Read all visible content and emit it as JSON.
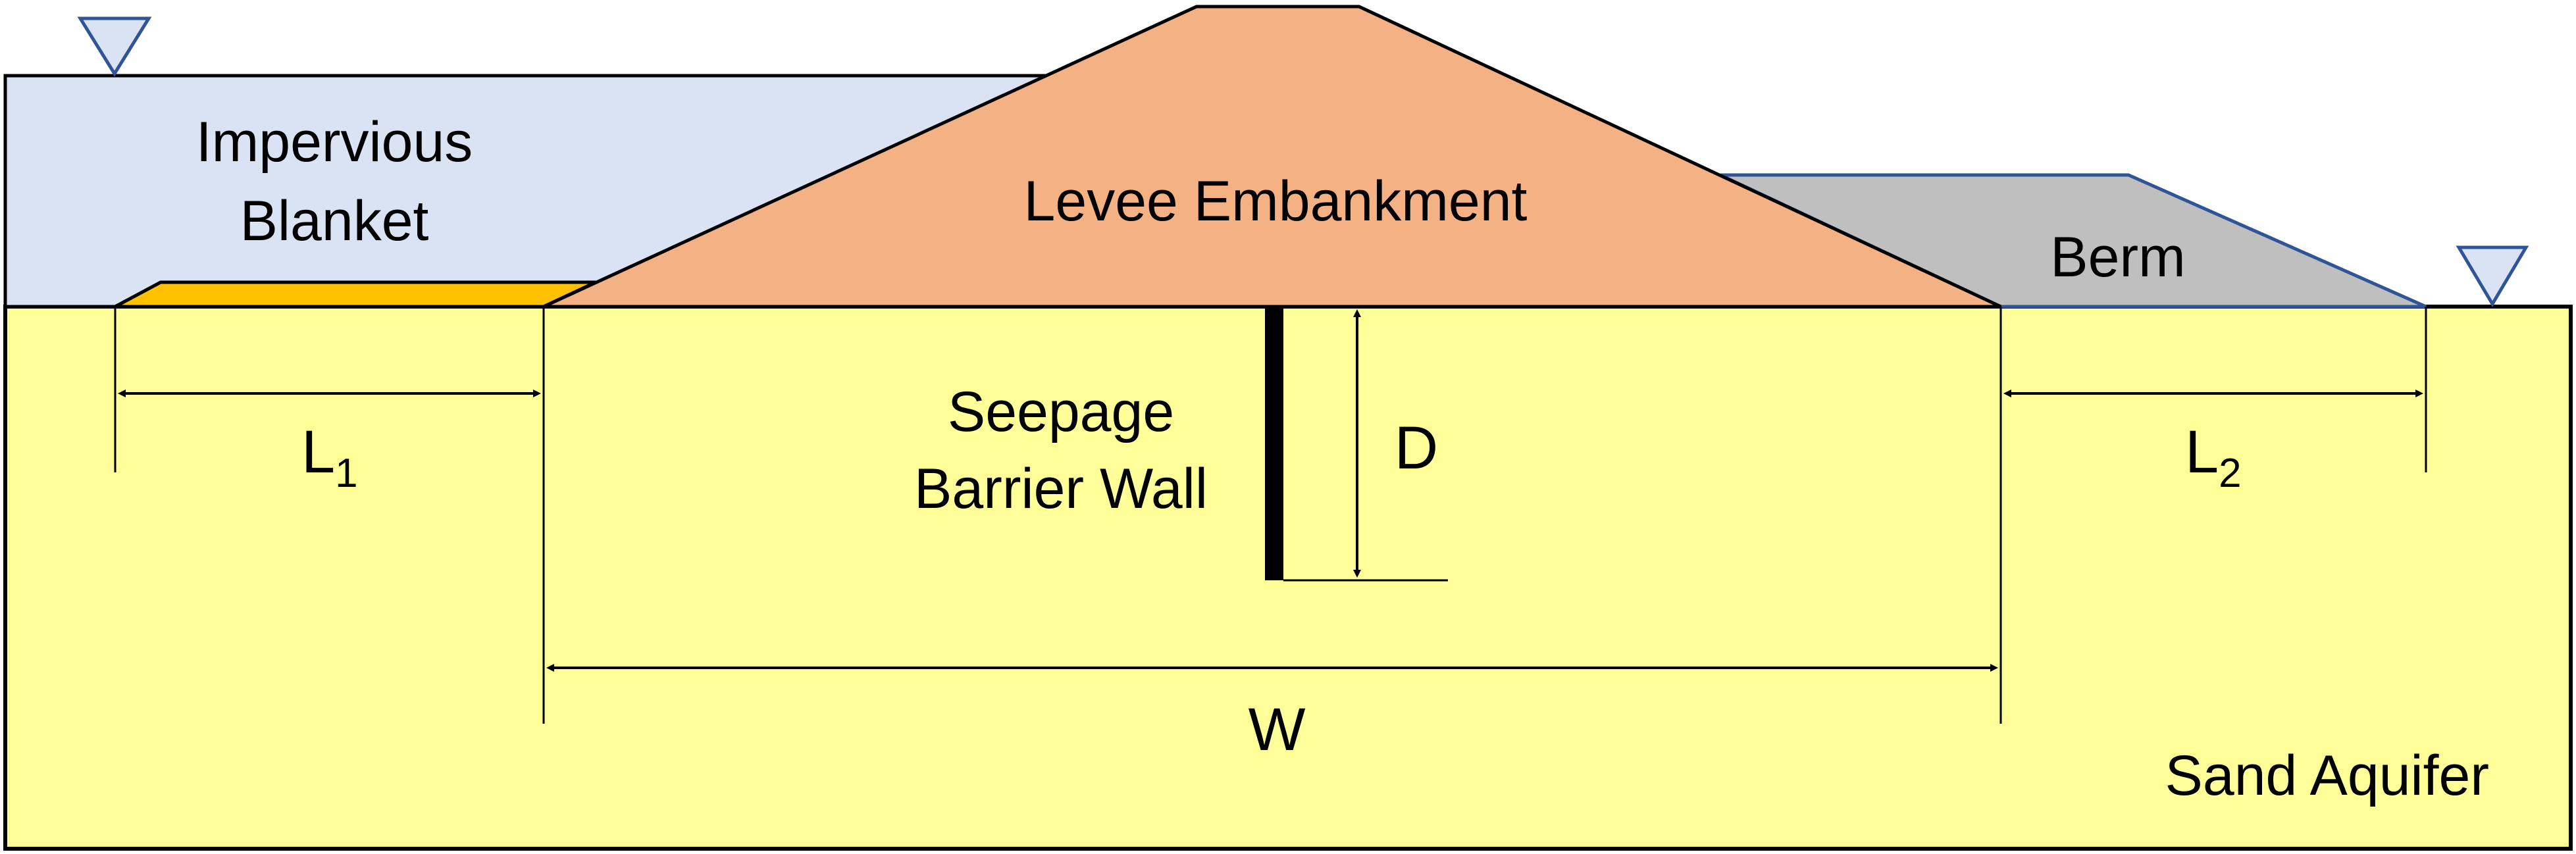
{
  "diagram": {
    "labels": {
      "impervious_line1": "Impervious",
      "impervious_line2": "Blanket",
      "levee": "Levee Embankment",
      "berm": "Berm",
      "seepage_line1": "Seepage",
      "seepage_line2": "Barrier Wall",
      "d": "D",
      "l1_main": "L",
      "l1_sub": "1",
      "l2_main": "L",
      "l2_sub": "2",
      "w": "W",
      "sand": "Sand Aquifer"
    },
    "colors": {
      "water": "#dae3f3",
      "levee": "#f4b183",
      "berm": "#bfbfbf",
      "sand": "#ffff99",
      "blanket_layer": "#ffc000",
      "water_symbol": "#2f5597",
      "outline": "#000000"
    },
    "icons": {
      "water_level_symbol": "inverted-triangle"
    }
  }
}
